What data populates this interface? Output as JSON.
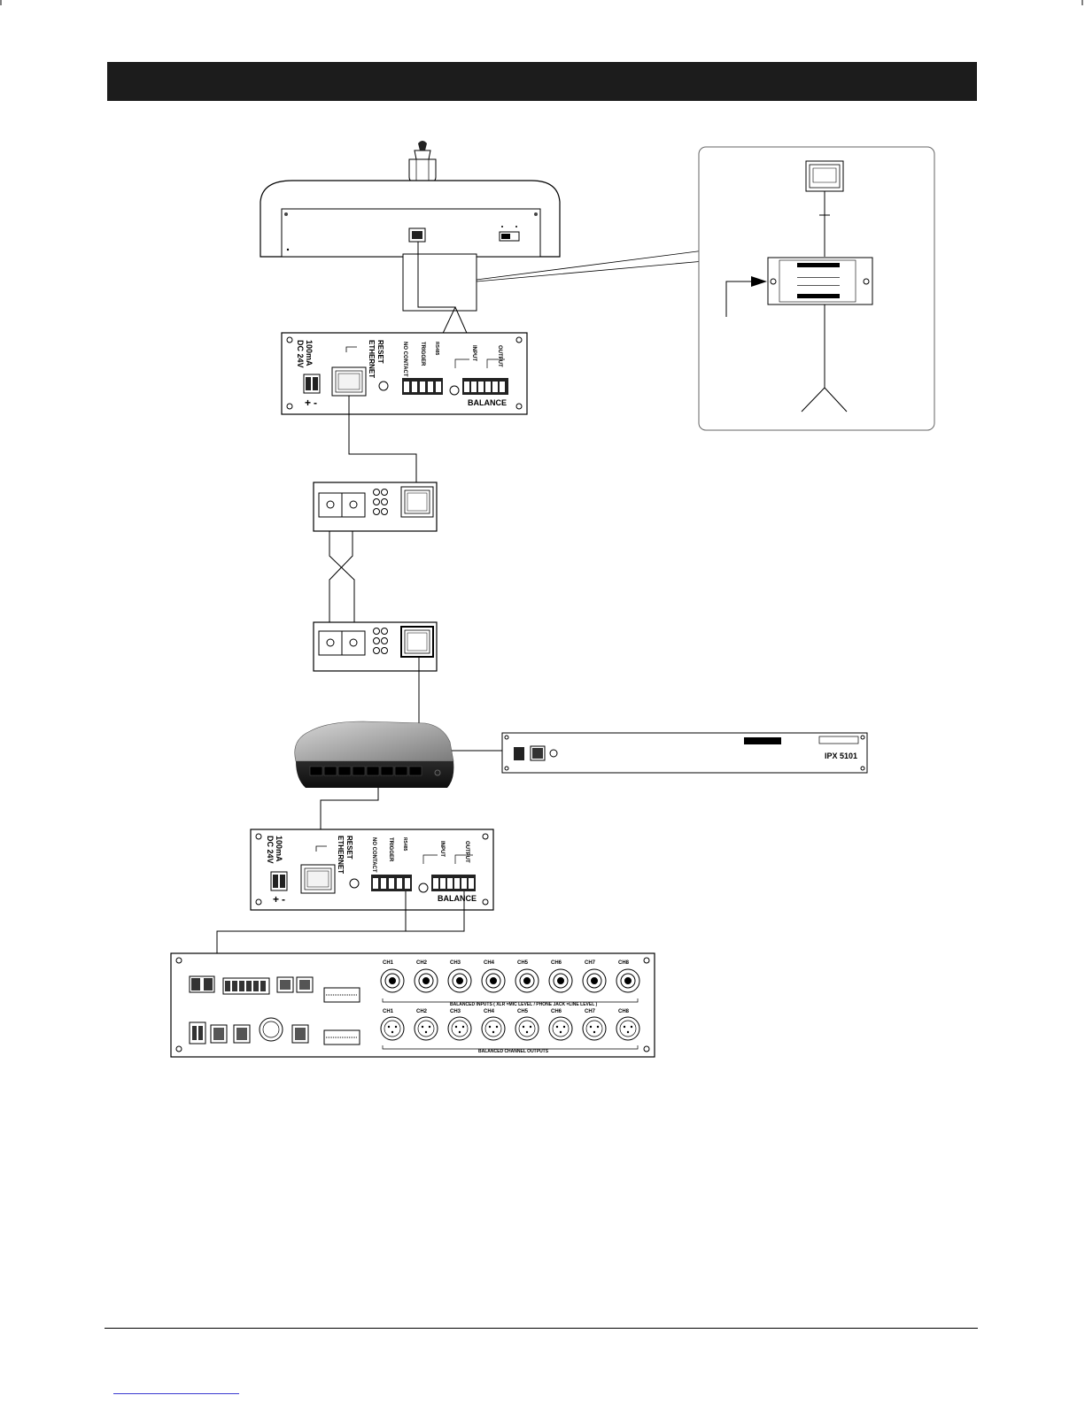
{
  "header": {
    "title": ""
  },
  "devices": {
    "top_module": {
      "labels": {
        "dc": "DC 24V",
        "current": "100mA",
        "ethernet": "ETHERNET",
        "reset": "RESET",
        "contact": "NO CONTACT",
        "trigger": "TRIGGER",
        "rs485": "RS485",
        "input": "INPUT",
        "output": "OUTPUT",
        "balance": "BALANCE",
        "plus": "+",
        "minus": "-"
      }
    },
    "bottom_module": {
      "labels": {
        "dc": "DC 24V",
        "current": "100mA",
        "ethernet": "ETHERNET",
        "reset": "RESET",
        "contact": "NO CONTACT",
        "trigger": "TRIGGER",
        "rs485": "RS485",
        "input": "INPUT",
        "output": "OUTPUT",
        "balance": "BALANCE",
        "plus": "+",
        "minus": "-"
      }
    },
    "ipx_unit": {
      "model": "IPX 5101"
    },
    "mixer_panel": {
      "input_channels": [
        "CH1",
        "CH2",
        "CH3",
        "CH4",
        "CH5",
        "CH6",
        "CH7",
        "CH8"
      ],
      "output_channels": [
        "CH1",
        "CH2",
        "CH3",
        "CH4",
        "CH5",
        "CH6",
        "CH7",
        "CH8"
      ],
      "inputs_caption": "BALANCED INPUTS ( XLR =MIC LEVEL / PHONE JACK =LINE LEVEL )",
      "outputs_caption": "BALANCED CHANNEL OUTPUTS"
    }
  }
}
